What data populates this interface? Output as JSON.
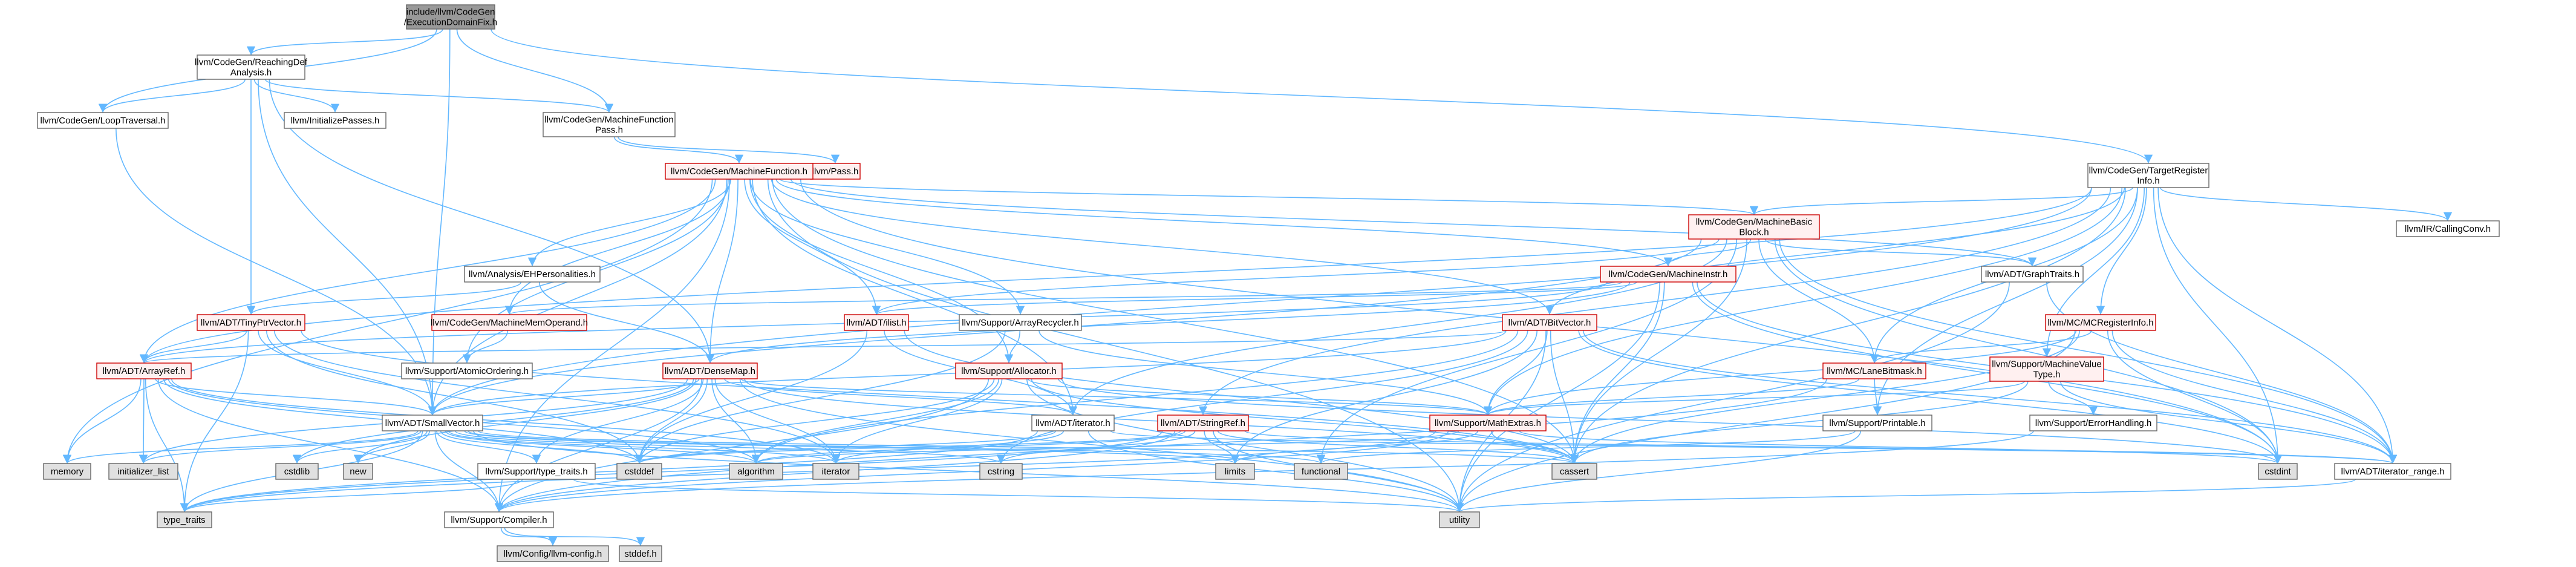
{
  "graph": {
    "edge_color": "#63b8ff",
    "node_styles": {
      "normal": {
        "fill": "#ffffff",
        "stroke": "#666666"
      },
      "red": {
        "fill": "#fff0f0",
        "stroke": "#cc0000"
      },
      "gray": {
        "fill": "#e0e0e0",
        "stroke": "#666666"
      },
      "root": {
        "fill": "#999999",
        "stroke": "#666666"
      }
    },
    "nodes": [
      {
        "id": "root",
        "label": [
          "include/llvm/CodeGen",
          "/ExecutionDomainFix.h"
        ],
        "style": "root"
      },
      {
        "id": "rda",
        "label": [
          "llvm/CodeGen/ReachingDef",
          "Analysis.h"
        ],
        "style": "normal"
      },
      {
        "id": "loop",
        "label": [
          "llvm/CodeGen/LoopTraversal.h"
        ],
        "style": "normal"
      },
      {
        "id": "initpass",
        "label": [
          "llvm/InitializePasses.h"
        ],
        "style": "normal"
      },
      {
        "id": "mfp",
        "label": [
          "llvm/CodeGen/MachineFunction",
          "Pass.h"
        ],
        "style": "normal"
      },
      {
        "id": "tri",
        "label": [
          "llvm/CodeGen/TargetRegister",
          "Info.h"
        ],
        "style": "normal"
      },
      {
        "id": "pass",
        "label": [
          "llvm/Pass.h"
        ],
        "style": "red"
      },
      {
        "id": "mf",
        "label": [
          "llvm/CodeGen/MachineFunction.h"
        ],
        "style": "red"
      },
      {
        "id": "callconv",
        "label": [
          "llvm/IR/CallingConv.h"
        ],
        "style": "normal"
      },
      {
        "id": "mbb",
        "label": [
          "llvm/CodeGen/MachineBasic",
          "Block.h"
        ],
        "style": "red"
      },
      {
        "id": "graphtraits",
        "label": [
          "llvm/ADT/GraphTraits.h"
        ],
        "style": "normal"
      },
      {
        "id": "eh",
        "label": [
          "llvm/Analysis/EHPersonalities.h"
        ],
        "style": "normal"
      },
      {
        "id": "mi",
        "label": [
          "llvm/CodeGen/MachineInstr.h"
        ],
        "style": "red"
      },
      {
        "id": "tinyptr",
        "label": [
          "llvm/ADT/TinyPtrVector.h"
        ],
        "style": "red"
      },
      {
        "id": "mmo",
        "label": [
          "llvm/CodeGen/MachineMemOperand.h"
        ],
        "style": "red"
      },
      {
        "id": "ilist",
        "label": [
          "llvm/ADT/ilist.h"
        ],
        "style": "red"
      },
      {
        "id": "arrayrecycler",
        "label": [
          "llvm/Support/ArrayRecycler.h"
        ],
        "style": "normal"
      },
      {
        "id": "bitvector",
        "label": [
          "llvm/ADT/BitVector.h"
        ],
        "style": "red"
      },
      {
        "id": "mcreg",
        "label": [
          "llvm/MC/MCRegisterInfo.h"
        ],
        "style": "red"
      },
      {
        "id": "arrayref",
        "label": [
          "llvm/ADT/ArrayRef.h"
        ],
        "style": "red"
      },
      {
        "id": "atomic",
        "label": [
          "llvm/Support/AtomicOrdering.h"
        ],
        "style": "normal"
      },
      {
        "id": "densemap",
        "label": [
          "llvm/ADT/DenseMap.h"
        ],
        "style": "red"
      },
      {
        "id": "allocator",
        "label": [
          "llvm/Support/Allocator.h"
        ],
        "style": "red"
      },
      {
        "id": "lanebitmask",
        "label": [
          "llvm/MC/LaneBitmask.h"
        ],
        "style": "red"
      },
      {
        "id": "mvt",
        "label": [
          "llvm/Support/MachineValue",
          "Type.h"
        ],
        "style": "red"
      },
      {
        "id": "smallvector",
        "label": [
          "llvm/ADT/SmallVector.h"
        ],
        "style": "normal"
      },
      {
        "id": "iterator",
        "label": [
          "llvm/ADT/iterator.h"
        ],
        "style": "normal"
      },
      {
        "id": "stringref",
        "label": [
          "llvm/ADT/StringRef.h"
        ],
        "style": "red"
      },
      {
        "id": "mathextras",
        "label": [
          "llvm/Support/MathExtras.h"
        ],
        "style": "red"
      },
      {
        "id": "printable",
        "label": [
          "llvm/Support/Printable.h"
        ],
        "style": "normal"
      },
      {
        "id": "errorhandling",
        "label": [
          "llvm/Support/ErrorHandling.h"
        ],
        "style": "normal"
      },
      {
        "id": "memory",
        "label": [
          "memory"
        ],
        "style": "gray"
      },
      {
        "id": "initlist",
        "label": [
          "initializer_list"
        ],
        "style": "gray"
      },
      {
        "id": "cstdlib",
        "label": [
          "cstdlib"
        ],
        "style": "gray"
      },
      {
        "id": "new",
        "label": [
          "new"
        ],
        "style": "gray"
      },
      {
        "id": "cstddef",
        "label": [
          "cstddef"
        ],
        "style": "gray"
      },
      {
        "id": "algorithm",
        "label": [
          "algorithm"
        ],
        "style": "gray"
      },
      {
        "id": "iteratorstd",
        "label": [
          "iterator"
        ],
        "style": "gray"
      },
      {
        "id": "cstring",
        "label": [
          "cstring"
        ],
        "style": "gray"
      },
      {
        "id": "limits",
        "label": [
          "limits"
        ],
        "style": "gray"
      },
      {
        "id": "functional",
        "label": [
          "functional"
        ],
        "style": "gray"
      },
      {
        "id": "cassert",
        "label": [
          "cassert"
        ],
        "style": "gray"
      },
      {
        "id": "cstdint",
        "label": [
          "cstdint"
        ],
        "style": "gray"
      },
      {
        "id": "iterrange",
        "label": [
          "llvm/ADT/iterator_range.h"
        ],
        "style": "normal"
      },
      {
        "id": "typetraits_llvm",
        "label": [
          "llvm/Support/type_traits.h"
        ],
        "style": "normal"
      },
      {
        "id": "typetraits",
        "label": [
          "type_traits"
        ],
        "style": "gray"
      },
      {
        "id": "compiler",
        "label": [
          "llvm/Support/Compiler.h"
        ],
        "style": "normal"
      },
      {
        "id": "utility",
        "label": [
          "utility"
        ],
        "style": "gray"
      },
      {
        "id": "config",
        "label": [
          "llvm/Config/llvm-config.h"
        ],
        "style": "gray"
      },
      {
        "id": "stddef",
        "label": [
          "stddef.h"
        ],
        "style": "gray"
      }
    ],
    "edges": [
      [
        "root",
        "rda"
      ],
      [
        "root",
        "loop"
      ],
      [
        "root",
        "mfp"
      ],
      [
        "root",
        "tri"
      ],
      [
        "root",
        "smallvector"
      ],
      [
        "rda",
        "loop"
      ],
      [
        "rda",
        "initpass"
      ],
      [
        "rda",
        "mfp"
      ],
      [
        "rda",
        "tinyptr"
      ],
      [
        "rda",
        "densemap"
      ],
      [
        "rda",
        "smallvector"
      ],
      [
        "loop",
        "smallvector"
      ],
      [
        "mfp",
        "pass"
      ],
      [
        "mfp",
        "mf"
      ],
      [
        "mf",
        "mbb"
      ],
      [
        "mf",
        "graphtraits"
      ],
      [
        "mf",
        "eh"
      ],
      [
        "mf",
        "mi"
      ],
      [
        "mf",
        "mmo"
      ],
      [
        "mf",
        "ilist"
      ],
      [
        "mf",
        "arrayrecycler"
      ],
      [
        "mf",
        "bitvector"
      ],
      [
        "mf",
        "arrayref"
      ],
      [
        "mf",
        "atomic"
      ],
      [
        "mf",
        "densemap"
      ],
      [
        "mf",
        "allocator"
      ],
      [
        "mf",
        "smallvector"
      ],
      [
        "mf",
        "compiler"
      ],
      [
        "mf",
        "cassert"
      ],
      [
        "mf",
        "cstdint"
      ],
      [
        "mf",
        "utility"
      ],
      [
        "mf",
        "memory"
      ],
      [
        "mf",
        "iterator"
      ],
      [
        "tri",
        "callconv"
      ],
      [
        "tri",
        "mbb"
      ],
      [
        "tri",
        "mcreg"
      ],
      [
        "tri",
        "mvt"
      ],
      [
        "tri",
        "lanebitmask"
      ],
      [
        "tri",
        "printable"
      ],
      [
        "tri",
        "mathextras"
      ],
      [
        "tri",
        "iterrange"
      ],
      [
        "tri",
        "cassert"
      ],
      [
        "tri",
        "cstdint"
      ],
      [
        "tri",
        "arrayref"
      ],
      [
        "tri",
        "smallvector"
      ],
      [
        "tri",
        "bitvector"
      ],
      [
        "tri",
        "stringref"
      ],
      [
        "mbb",
        "graphtraits"
      ],
      [
        "mbb",
        "mi"
      ],
      [
        "mbb",
        "lanebitmask"
      ],
      [
        "mbb",
        "ilist"
      ],
      [
        "mbb",
        "cassert"
      ],
      [
        "mbb",
        "iterrange"
      ],
      [
        "mbb",
        "iterator"
      ],
      [
        "mbb",
        "functional"
      ],
      [
        "mbb",
        "cstdint"
      ],
      [
        "mbb",
        "smallvector"
      ],
      [
        "graphtraits",
        "iterrange"
      ],
      [
        "graphtraits",
        "utility"
      ],
      [
        "eh",
        "densemap"
      ],
      [
        "eh",
        "tinyptr"
      ],
      [
        "mi",
        "mmo"
      ],
      [
        "mi",
        "ilist"
      ],
      [
        "mi",
        "arrayref"
      ],
      [
        "mi",
        "densemap"
      ],
      [
        "mi",
        "cassert"
      ],
      [
        "mi",
        "cstdint"
      ],
      [
        "mi",
        "utility"
      ],
      [
        "mi",
        "iterrange"
      ],
      [
        "tinyptr",
        "arrayref"
      ],
      [
        "tinyptr",
        "smallvector"
      ],
      [
        "tinyptr",
        "cassert"
      ],
      [
        "tinyptr",
        "cstddef"
      ],
      [
        "tinyptr",
        "iteratorstd"
      ],
      [
        "tinyptr",
        "typetraits"
      ],
      [
        "mmo",
        "atomic"
      ],
      [
        "ilist",
        "iterator"
      ],
      [
        "ilist",
        "cassert"
      ],
      [
        "ilist",
        "cstddef"
      ],
      [
        "arrayrecycler",
        "allocator"
      ],
      [
        "arrayrecycler",
        "mathextras"
      ],
      [
        "arrayrecycler",
        "cstddef"
      ],
      [
        "bitvector",
        "mathextras"
      ],
      [
        "bitvector",
        "iterrange"
      ],
      [
        "bitvector",
        "algorithm"
      ],
      [
        "bitvector",
        "cassert"
      ],
      [
        "bitvector",
        "cstdint"
      ],
      [
        "bitvector",
        "cstring"
      ],
      [
        "bitvector",
        "smallvector"
      ],
      [
        "bitvector",
        "utility"
      ],
      [
        "bitvector",
        "arrayref"
      ],
      [
        "bitvector",
        "limits"
      ],
      [
        "mcreg",
        "lanebitmask"
      ],
      [
        "mcreg",
        "iterrange"
      ],
      [
        "mcreg",
        "cassert"
      ],
      [
        "mcreg",
        "cstdint"
      ],
      [
        "mcreg",
        "utility"
      ],
      [
        "mcreg",
        "mathextras"
      ],
      [
        "arrayref",
        "memory"
      ],
      [
        "arrayref",
        "initlist"
      ],
      [
        "arrayref",
        "cstddef"
      ],
      [
        "arrayref",
        "algorithm"
      ],
      [
        "arrayref",
        "iteratorstd"
      ],
      [
        "arrayref",
        "typetraits"
      ],
      [
        "arrayref",
        "compiler"
      ],
      [
        "arrayref",
        "smallvector"
      ],
      [
        "densemap",
        "smallvector"
      ],
      [
        "densemap",
        "iterator"
      ],
      [
        "densemap",
        "mathextras"
      ],
      [
        "densemap",
        "algorithm"
      ],
      [
        "densemap",
        "cassert"
      ],
      [
        "densemap",
        "cstddef"
      ],
      [
        "densemap",
        "initlist"
      ],
      [
        "densemap",
        "iteratorstd"
      ],
      [
        "densemap",
        "new"
      ],
      [
        "densemap",
        "typetraits_llvm"
      ],
      [
        "densemap",
        "utility"
      ],
      [
        "densemap",
        "compiler"
      ],
      [
        "densemap",
        "cstdlib"
      ],
      [
        "allocator",
        "mathextras"
      ],
      [
        "allocator",
        "algorithm"
      ],
      [
        "allocator",
        "cassert"
      ],
      [
        "allocator",
        "cstddef"
      ],
      [
        "allocator",
        "iteratorstd"
      ],
      [
        "allocator",
        "utility"
      ],
      [
        "allocator",
        "compiler"
      ],
      [
        "allocator",
        "cstdint"
      ],
      [
        "lanebitmask",
        "mathextras"
      ],
      [
        "lanebitmask",
        "printable"
      ],
      [
        "lanebitmask",
        "compiler"
      ],
      [
        "mvt",
        "errorhandling"
      ],
      [
        "mvt",
        "mathextras"
      ],
      [
        "mvt",
        "cassert"
      ],
      [
        "mvt",
        "iterrange"
      ],
      [
        "smallvector",
        "compiler"
      ],
      [
        "smallvector",
        "typetraits_llvm"
      ],
      [
        "smallvector",
        "algorithm"
      ],
      [
        "smallvector",
        "cassert"
      ],
      [
        "smallvector",
        "cstddef"
      ],
      [
        "smallvector",
        "cstdlib"
      ],
      [
        "smallvector",
        "cstring"
      ],
      [
        "smallvector",
        "functional"
      ],
      [
        "smallvector",
        "initlist"
      ],
      [
        "smallvector",
        "iteratorstd"
      ],
      [
        "smallvector",
        "limits"
      ],
      [
        "smallvector",
        "memory"
      ],
      [
        "smallvector",
        "new"
      ],
      [
        "smallvector",
        "typetraits"
      ],
      [
        "smallvector",
        "utility"
      ],
      [
        "iterator",
        "iterrange"
      ],
      [
        "iterator",
        "cstddef"
      ],
      [
        "iterator",
        "iteratorstd"
      ],
      [
        "iterator",
        "typetraits"
      ],
      [
        "iterator",
        "utility"
      ],
      [
        "stringref",
        "iterrange"
      ],
      [
        "stringref",
        "compiler"
      ],
      [
        "stringref",
        "algorithm"
      ],
      [
        "stringref",
        "cassert"
      ],
      [
        "stringref",
        "cstddef"
      ],
      [
        "stringref",
        "cstring"
      ],
      [
        "stringref",
        "limits"
      ],
      [
        "stringref",
        "typetraits"
      ],
      [
        "stringref",
        "utility"
      ],
      [
        "mathextras",
        "compiler"
      ],
      [
        "mathextras",
        "cassert"
      ],
      [
        "mathextras",
        "cstdint"
      ],
      [
        "mathextras",
        "limits"
      ],
      [
        "mathextras",
        "typetraits"
      ],
      [
        "mathextras",
        "algorithm"
      ],
      [
        "printable",
        "functional"
      ],
      [
        "printable",
        "utility"
      ],
      [
        "errorhandling",
        "compiler"
      ],
      [
        "iterrange",
        "utility"
      ],
      [
        "typetraits_llvm",
        "typetraits"
      ],
      [
        "typetraits_llvm",
        "utility"
      ],
      [
        "compiler",
        "config"
      ],
      [
        "compiler",
        "stddef"
      ]
    ]
  }
}
